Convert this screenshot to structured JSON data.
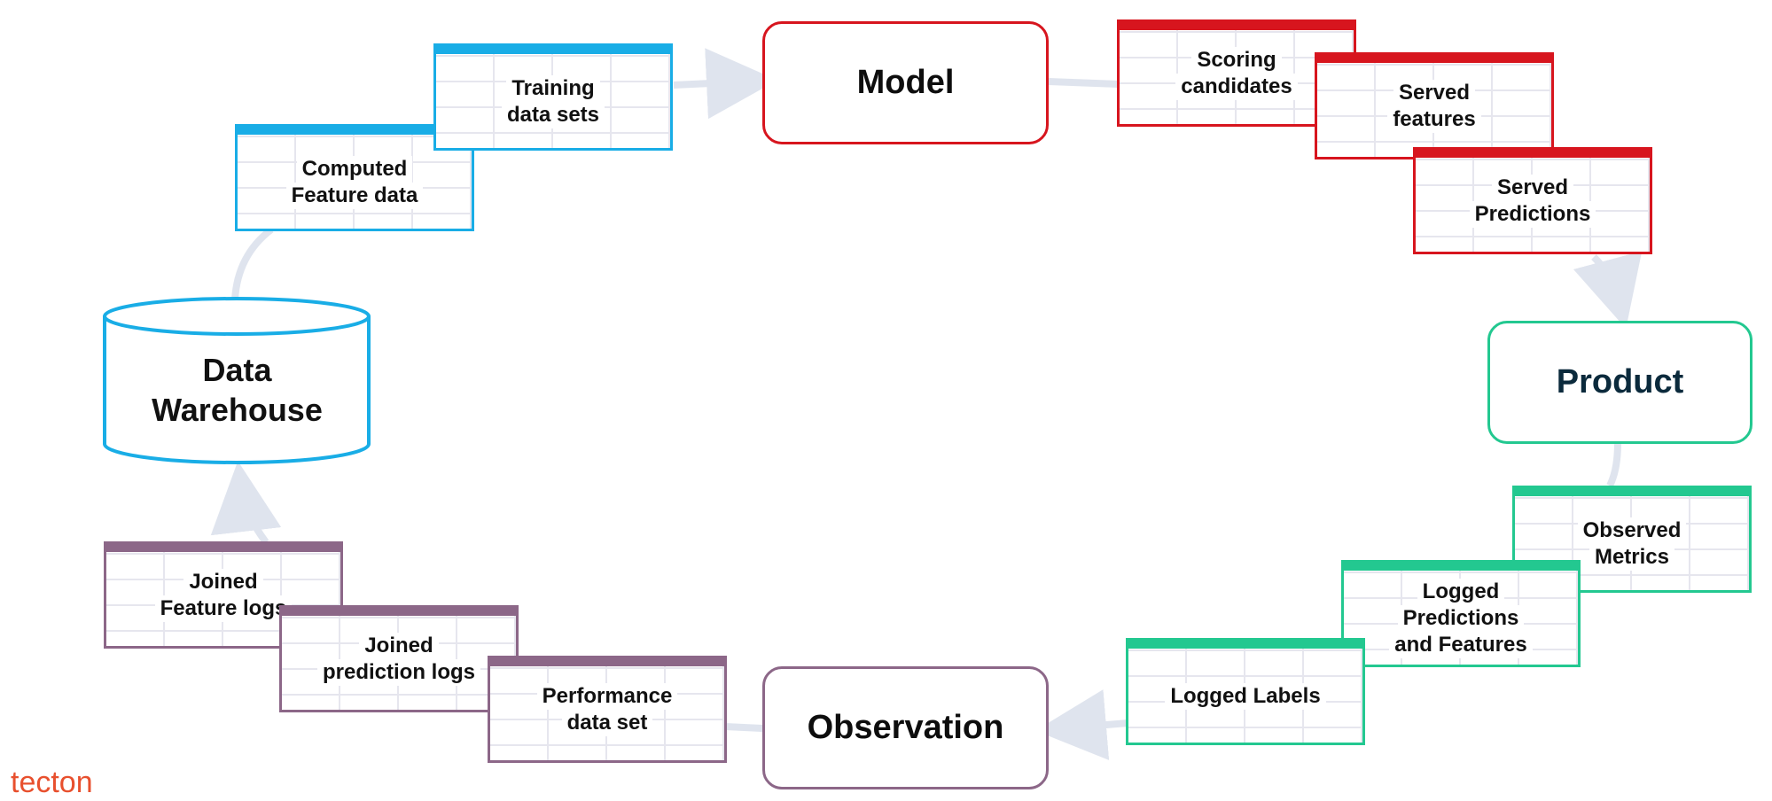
{
  "nodes": {
    "model": "Model",
    "product": "Product",
    "observation": "Observation",
    "warehouse": [
      "Data",
      "Warehouse"
    ]
  },
  "tables": {
    "training_data_sets": [
      "Training",
      "data sets"
    ],
    "computed_feature_data": [
      "Computed",
      "Feature data"
    ],
    "scoring_candidates": [
      "Scoring",
      "candidates"
    ],
    "served_features": [
      "Served",
      "features"
    ],
    "served_predictions": [
      "Served",
      "Predictions"
    ],
    "observed_metrics": [
      "Observed",
      "Metrics"
    ],
    "logged_predictions_and_features": [
      "Logged",
      "Predictions",
      "and Features"
    ],
    "logged_labels": [
      "Logged Labels"
    ],
    "performance_data_set": [
      "Performance",
      "data set"
    ],
    "joined_prediction_logs": [
      "Joined",
      "prediction logs"
    ],
    "joined_feature_logs": [
      "Joined",
      "Feature logs"
    ]
  },
  "colors": {
    "training": "#19ade6",
    "serving": "#d7151e",
    "product": "#23c890",
    "observation": "#8c6788",
    "connector": "#dfe4ee"
  },
  "logo": "tecton"
}
